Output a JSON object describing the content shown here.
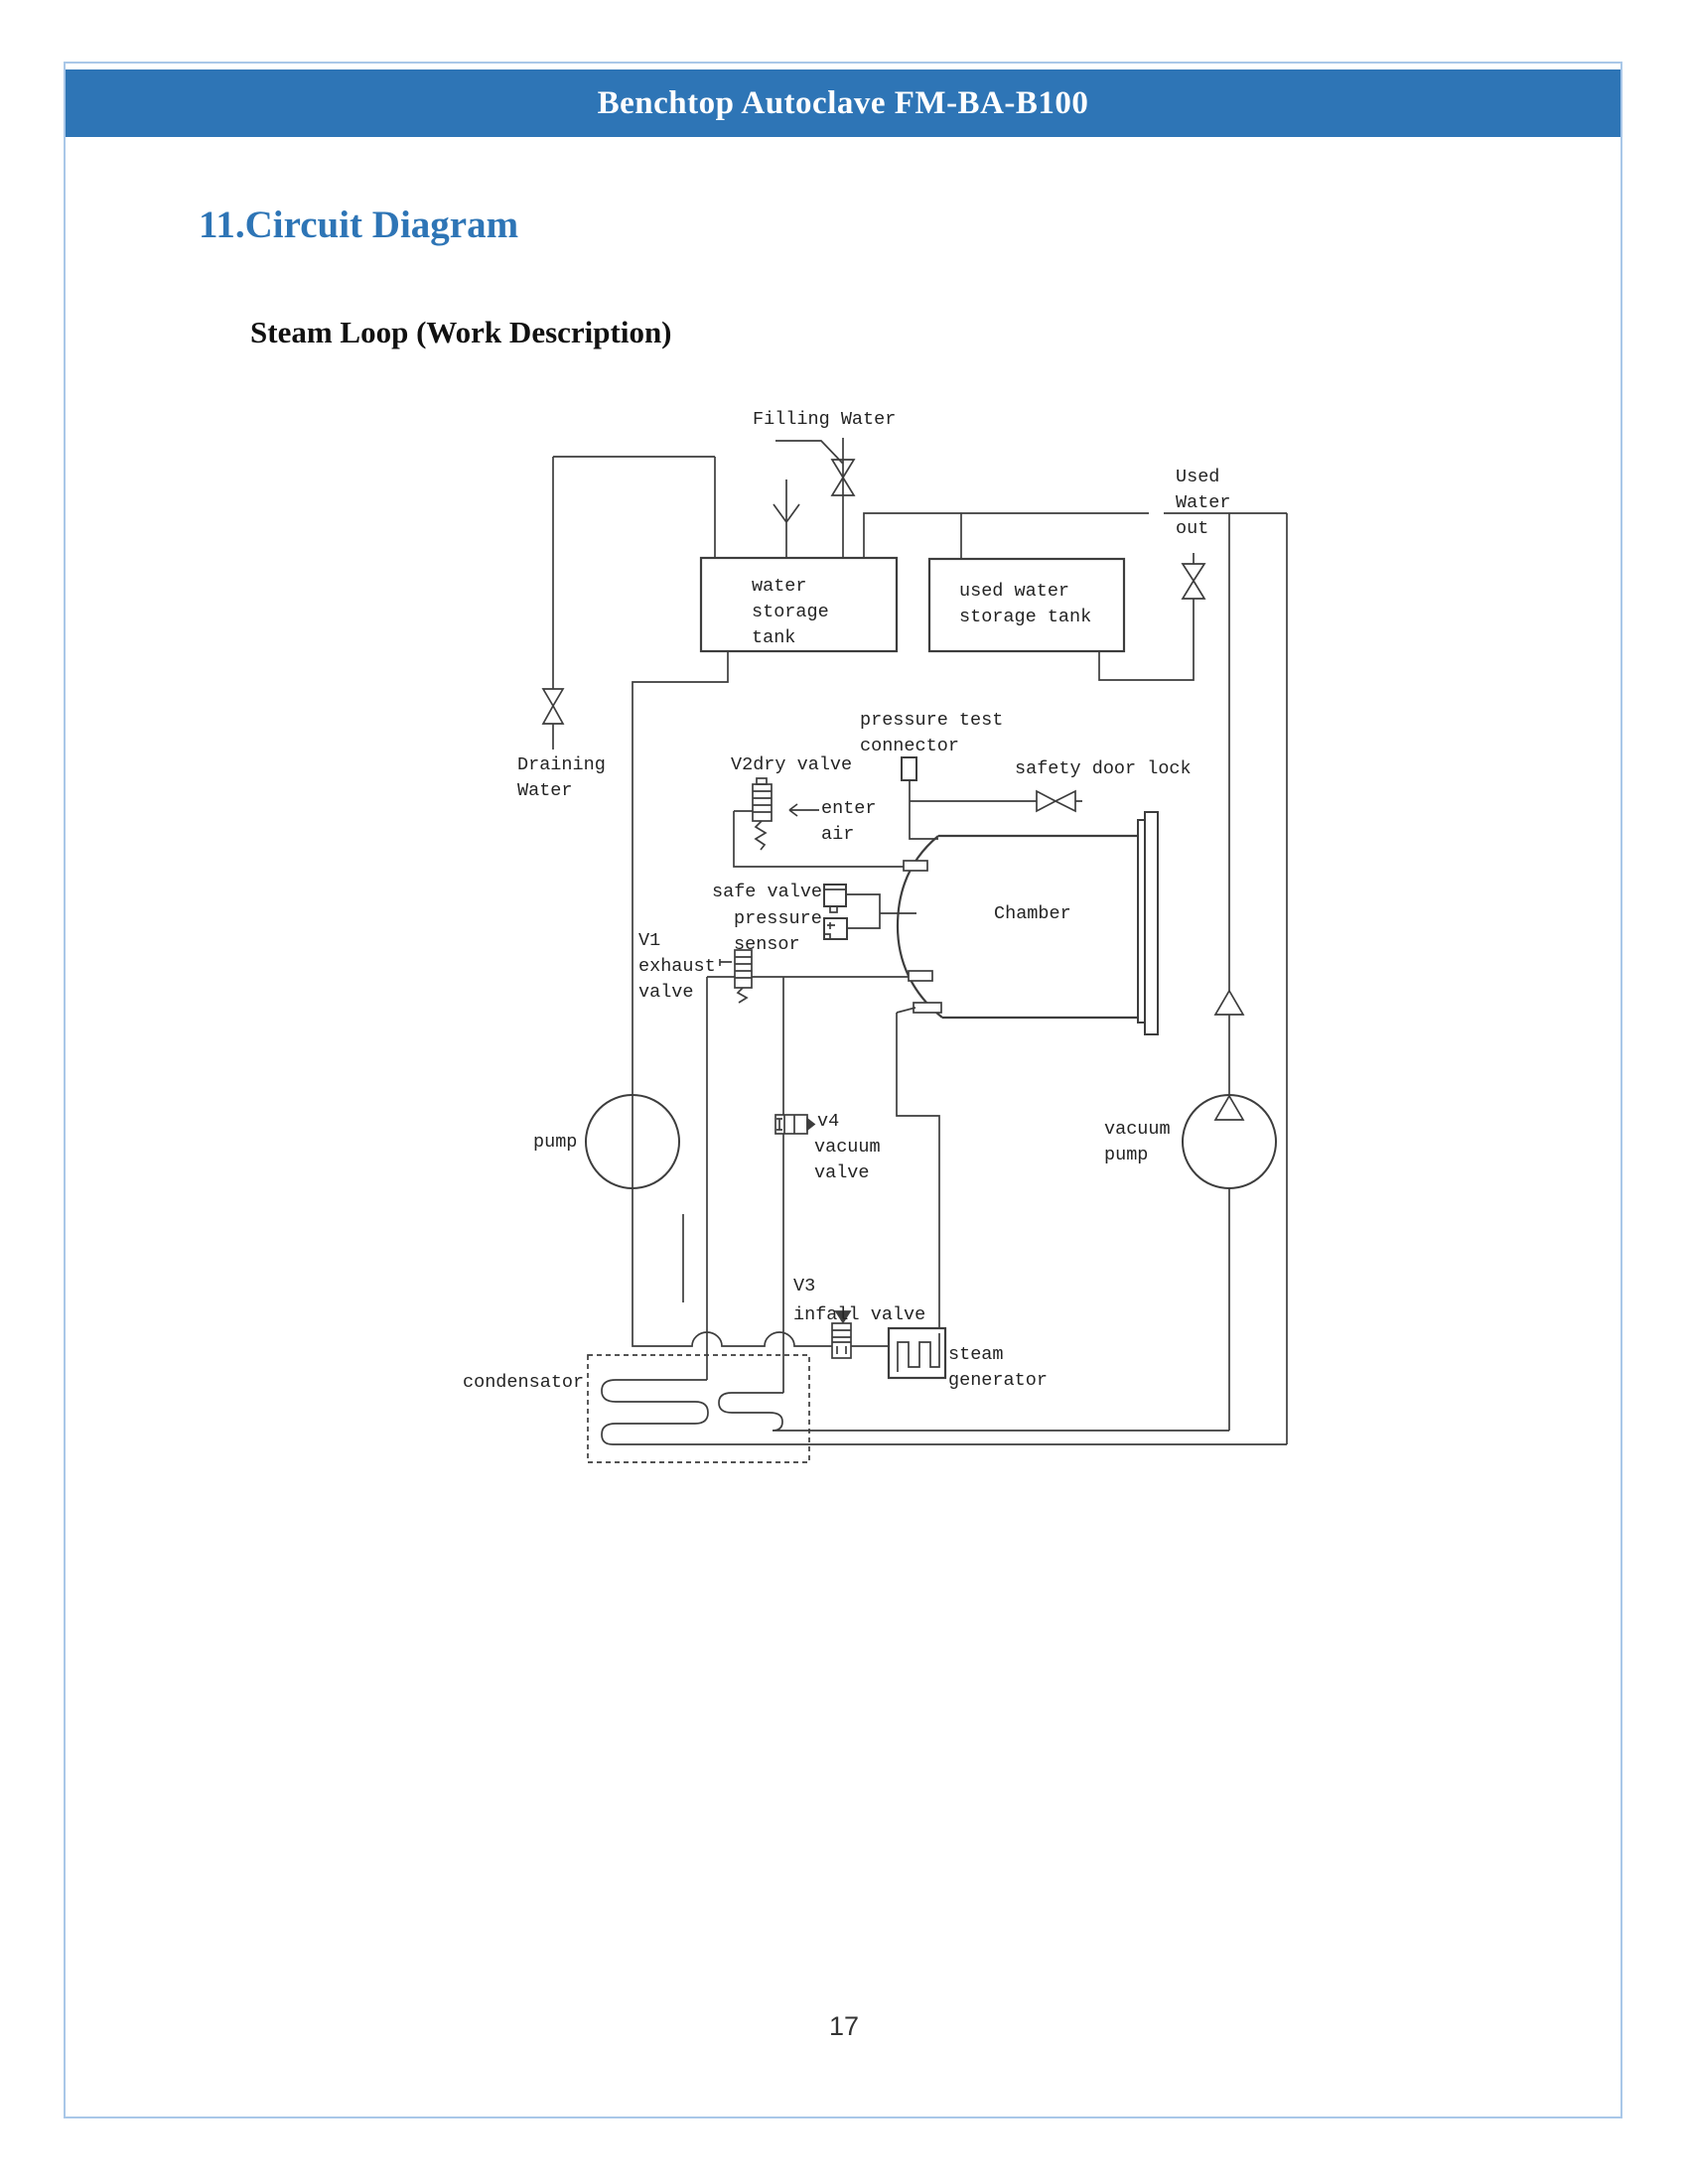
{
  "page": {
    "header_title": "Benchtop Autoclave FM-BA-B100",
    "section_title": "11.Circuit Diagram",
    "subtitle": "Steam Loop (Work Description)",
    "page_number": "17"
  },
  "diagram": {
    "labels": {
      "filling_water": "Filling Water",
      "used_water_out": "Used\nWater\nout",
      "water_storage_tank": "water\nstorage\ntank",
      "used_water_storage_tank": "used water\nstorage tank",
      "draining_water": "Draining\nWater",
      "v2_dry_valve": "V2dry valve",
      "pressure_test_connector": "pressure test\nconnector",
      "safety_door_lock": "safety door lock",
      "enter_air": "enter\nair",
      "safe_valve": "safe valve",
      "pressure_sensor": "pressure\nsensor",
      "v1_exhaust_valve": "V1\nexhaust\nvalve",
      "chamber": "Chamber",
      "pump": "pump",
      "v4": "v4",
      "vacuum_valve": "vacuum\nvalve",
      "vacuum_pump": "vacuum\npump",
      "v3": "V3",
      "infall_valve": "infall valve",
      "steam_generator": "steam\ngenerator",
      "condensator": "condensator"
    },
    "colors": {
      "header_background": "#2E75B6",
      "heading_blue": "#2E75B6",
      "page_border_blue": "#A9C7E8",
      "line_color": "#3d3d3d"
    }
  }
}
